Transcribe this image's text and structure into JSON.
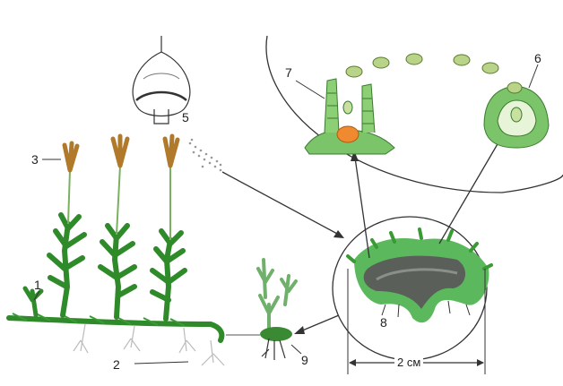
{
  "labels": {
    "l1": "1",
    "l2": "2",
    "l3": "3",
    "l5": "5",
    "l6": "6",
    "l7": "7",
    "l8": "8",
    "l9": "9"
  },
  "scale": {
    "text": "2 см"
  },
  "colors": {
    "plant_green": "#2f8a2a",
    "leaf_light": "#5cb85c",
    "strobilus": "#b07a2a",
    "orange_cell": "#f08a30",
    "gametophyte_gray": "#5a5f5a",
    "line": "#333333"
  },
  "icons": [
    "sporophyte-plant",
    "sporangium",
    "spores",
    "gametophyte",
    "antheridium",
    "archegonium",
    "young-sporophyte"
  ]
}
